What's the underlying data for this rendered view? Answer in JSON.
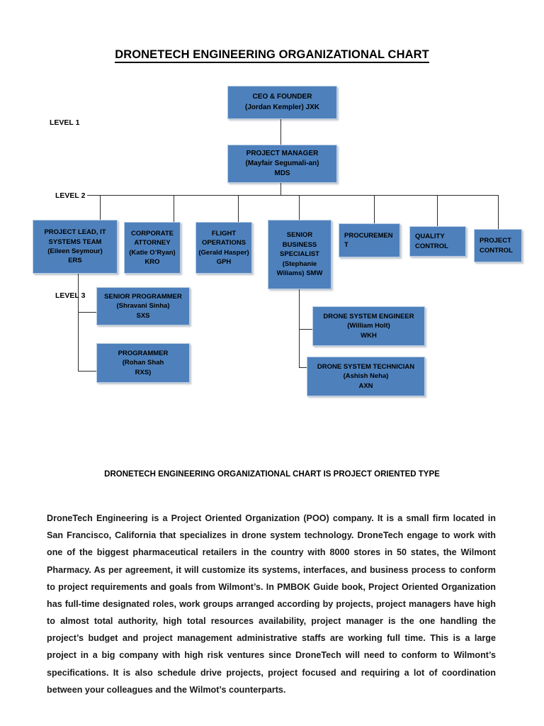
{
  "document": {
    "title": "DRONETECH ENGINEERING ORGANIZATIONAL CHART",
    "subheading": "DRONETECH ENGINEERING ORGANIZATIONAL CHART IS PROJECT ORIENTED TYPE",
    "body": "DroneTech Engineering  is a Project Oriented Organization (POO) company. It is a small firm located in San Francisco, California that specializes in drone system technology. DroneTech engage to work with one of the biggest pharmaceutical retailers in the country with 8000 stores in 50 states, the Wilmont Pharmacy. As per agreement, it will customize its systems, interfaces, and business process to conform to project requirements and goals from Wilmont’s. In PMBOK Guide book, Project Oriented Organization has full-time designated roles, work groups arranged according by projects, project managers have high to almost total authority, high total resources availability, project manager is the one handling the project’s budget and project management administrative staffs are working full time. This is a large project in a big company with high risk ventures since DroneTech will need to conform to Wilmont’s specifications. It is also schedule drive projects,  project focused and requiring a lot of coordination between your colleagues and the Wilmot’s counterparts."
  },
  "colors": {
    "node_fill": "#4E81BC",
    "node_border": "#B9CDE5",
    "connector": "#2B2B2B",
    "text": "#000000"
  },
  "levels": [
    {
      "label": "LEVEL 1"
    },
    {
      "label": "LEVEL 2"
    },
    {
      "label": "LEVEL 3"
    }
  ],
  "chart_data": {
    "type": "diagram",
    "title": "DRONETECH ENGINEERING ORGANIZATIONAL CHART",
    "nodes": [
      {
        "id": "ceo",
        "title": "CEO & FOUNDER",
        "person": "(Jordan Kempler) JXK",
        "code": "",
        "level": 1
      },
      {
        "id": "pm",
        "title": "PROJECT MANAGER",
        "person": "(Mayfair Segumali-an)",
        "code": "MDS",
        "level": 2
      },
      {
        "id": "lead",
        "title_l1": "PROJECT LEAD, IT",
        "title_l2": "SYSTEMS TEAM",
        "person": "(Eileen Seymour)",
        "code": "ERS",
        "level": 3
      },
      {
        "id": "atty",
        "title_l1": "CORPORATE",
        "title_l2": "ATTORNEY",
        "person": "(Katie O’Ryan)",
        "code": "KRO",
        "level": 3
      },
      {
        "id": "flight",
        "title_l1": "FLIGHT",
        "title_l2": "OPERATIONS",
        "person": "(Gerald Hasper)",
        "code": "GPH",
        "level": 3
      },
      {
        "id": "sbs",
        "title_l1": "SENIOR",
        "title_l2": "BUSINESS",
        "title_l3": "SPECIALIST",
        "person": "(Stephanie",
        "code": "Wiliams) SMW",
        "level": 3
      },
      {
        "id": "proc",
        "title": "PROCUREMEN",
        "title_l2": "T",
        "level": 3
      },
      {
        "id": "qc",
        "title_l1": "QUALITY",
        "title_l2": "CONTROL",
        "level": 3
      },
      {
        "id": "pc",
        "title_l1": "PROJECT",
        "title_l2": "CONTROL",
        "level": 3
      },
      {
        "id": "srprog",
        "title": "SENIOR PROGRAMMER",
        "person": "(Shravani Sinha)",
        "code": "SXS",
        "level": 4
      },
      {
        "id": "prog",
        "title": "PROGRAMMER",
        "person": "(Rohan Shah",
        "code": "RXS)",
        "level": 4
      },
      {
        "id": "dse",
        "title": "DRONE SYSTEM ENGINEER",
        "person": "(William Holt)",
        "code": "WKH",
        "level": 4
      },
      {
        "id": "dst",
        "title": "DRONE SYSTEM TECHNICIAN",
        "person": "(Ashish Neha)",
        "code": "AXN",
        "level": 4
      }
    ],
    "edges": [
      {
        "from": "ceo",
        "to": "pm"
      },
      {
        "from": "pm",
        "to": "lead"
      },
      {
        "from": "pm",
        "to": "atty"
      },
      {
        "from": "pm",
        "to": "flight"
      },
      {
        "from": "pm",
        "to": "sbs"
      },
      {
        "from": "pm",
        "to": "proc"
      },
      {
        "from": "pm",
        "to": "qc"
      },
      {
        "from": "pm",
        "to": "pc"
      },
      {
        "from": "lead",
        "to": "srprog"
      },
      {
        "from": "lead",
        "to": "prog"
      },
      {
        "from": "sbs",
        "to": "dse"
      },
      {
        "from": "sbs",
        "to": "dst"
      }
    ]
  }
}
